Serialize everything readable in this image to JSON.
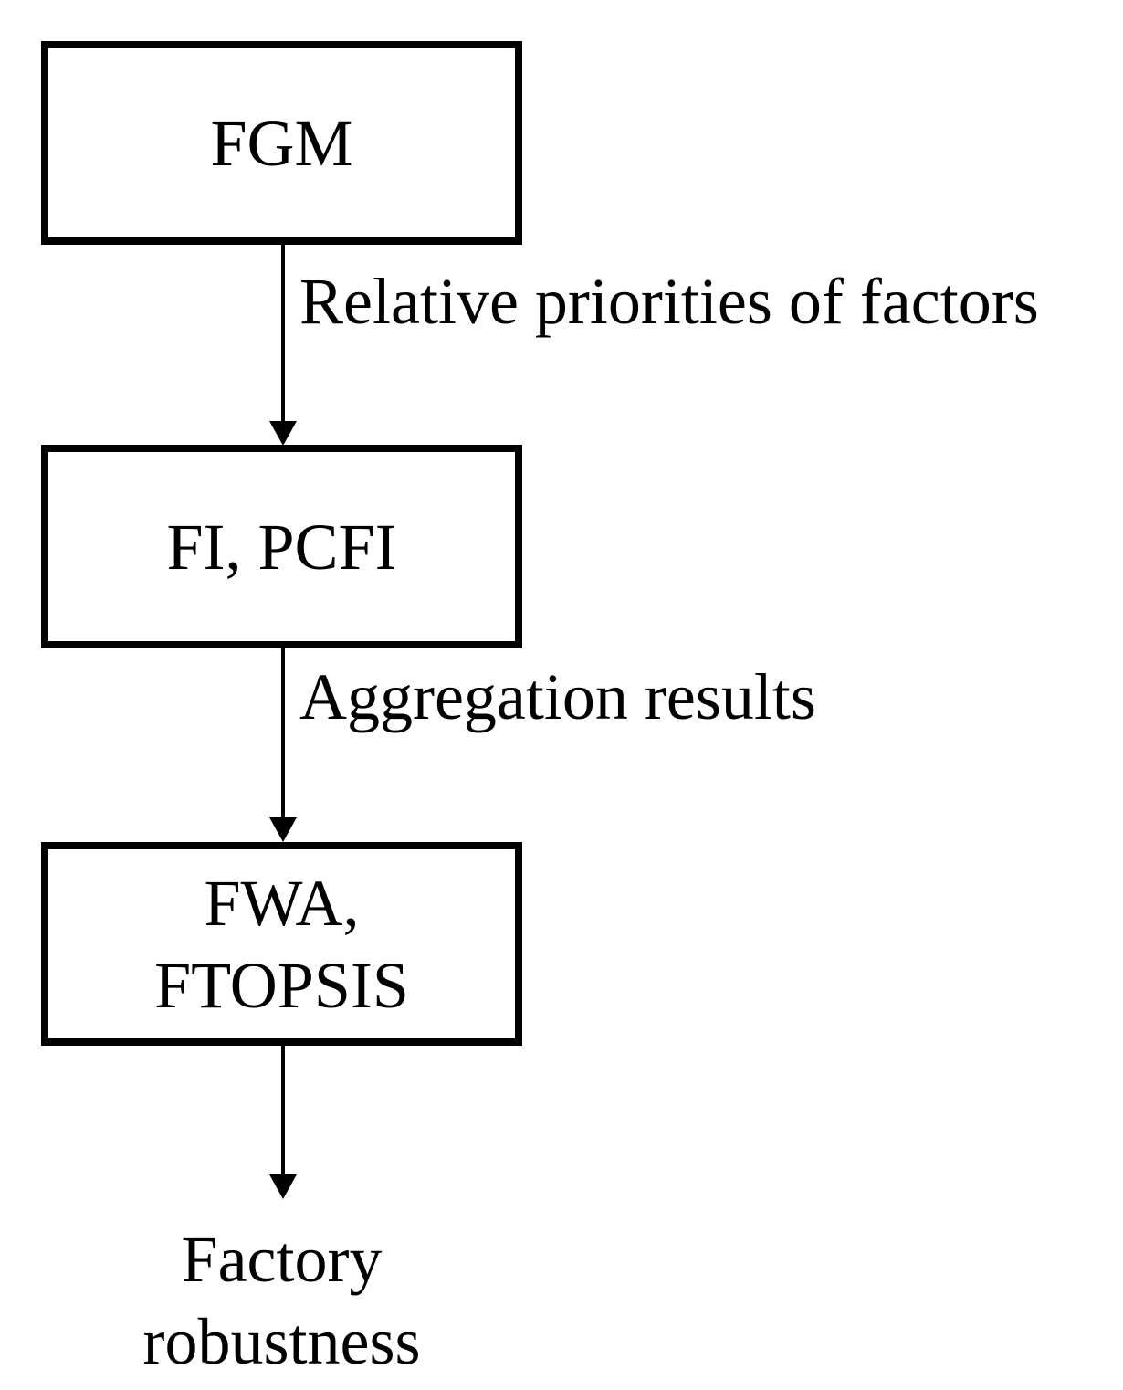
{
  "flowchart": {
    "box_fgm": {
      "label": "FGM"
    },
    "arrow_fgm_to_fi": {
      "label": "Relative priorities of factors"
    },
    "box_fi_pcfi": {
      "label": "FI, PCFI"
    },
    "arrow_fi_to_fwa": {
      "label": "Aggregation results"
    },
    "box_fwa_ftopsis": {
      "label": "FWA,\nFTOPSIS"
    },
    "result": {
      "label": "Factory\nrobustness"
    }
  },
  "colors": {
    "line": "#000000",
    "background": "#ffffff"
  }
}
